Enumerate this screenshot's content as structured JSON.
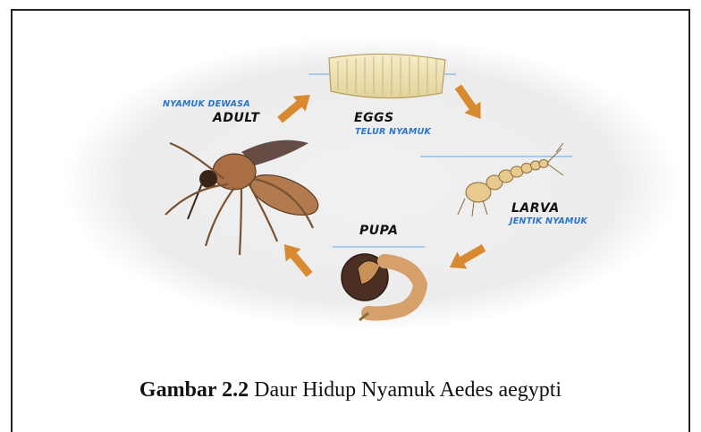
{
  "stages": {
    "adult": {
      "label_en": "ADULT",
      "label_id": "NYAMUK DEWASA"
    },
    "eggs": {
      "label_en": "EGGS",
      "label_id": "TELUR NYAMUK"
    },
    "larva": {
      "label_en": "LARVA",
      "label_id": "JENTIK NYAMUK"
    },
    "pupa": {
      "label_en": "PUPA"
    }
  },
  "caption": {
    "number": "Gambar 2.2",
    "text": " Daur Hidup Nyamuk Aedes aegypti"
  },
  "colors": {
    "arrow": "#d9892f",
    "label_blue": "#2a74c9",
    "background_ellipse": "#eeeeee"
  }
}
